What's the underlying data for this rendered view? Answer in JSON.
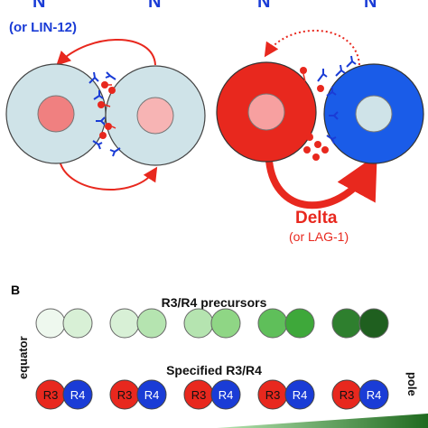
{
  "panel_a": {
    "n_labels": [
      "N",
      "N",
      "N",
      "N"
    ],
    "lin12_label": "(or LIN-12)",
    "delta_label": "Delta",
    "lag1_label": "(or LAG-1)"
  },
  "panel_b": {
    "panel_letter": "B",
    "precursors_title": "R3/R4 precursors",
    "specified_title": "Specified R3/R4",
    "equator_label": "equator",
    "pole_label": "pole",
    "r3_label": "R3",
    "r4_label": "R4"
  },
  "colors": {
    "red": "#e8281e",
    "blue": "#1a3cd6",
    "cell_cyan": "#cfe3e8",
    "nucleus_pink": "#f08080",
    "green_gradient": [
      "#eef8ee",
      "#d8f0d6",
      "#b5e4b0",
      "#8fd685",
      "#4aa84a",
      "#2e7f2e",
      "#1f6a1f"
    ]
  }
}
